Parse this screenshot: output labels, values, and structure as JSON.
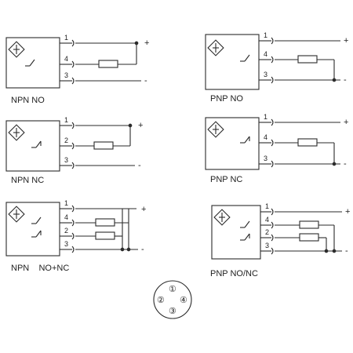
{
  "diagrams": {
    "npn_no": {
      "label": "NPN NO",
      "pins": [
        "1",
        "4",
        "3"
      ],
      "plus": "+",
      "minus": "-"
    },
    "pnp_no": {
      "label": "PNP NO",
      "pins": [
        "1",
        "4",
        "3"
      ],
      "plus": "+",
      "minus": "-"
    },
    "npn_nc": {
      "label": "NPN NC",
      "pins": [
        "1",
        "2",
        "3"
      ],
      "plus": "+",
      "minus": "-"
    },
    "pnp_nc": {
      "label": "PNP NC",
      "pins": [
        "1",
        "4",
        "3"
      ],
      "plus": "+",
      "minus": "-"
    },
    "npn_no_nc": {
      "label": "NPN    NO+NC",
      "pins": [
        "1",
        "4",
        "2",
        "3"
      ],
      "plus": "+",
      "minus": "-"
    },
    "pnp_no_nc": {
      "label": "PNP NO/NC",
      "pins": [
        "1",
        "4",
        "2",
        "3"
      ],
      "plus": "+",
      "minus": "-"
    }
  },
  "connector": {
    "pins": [
      "①",
      "②",
      "④",
      "③"
    ]
  },
  "colors": {
    "line": "#2a2a2a",
    "background": "#ffffff"
  }
}
